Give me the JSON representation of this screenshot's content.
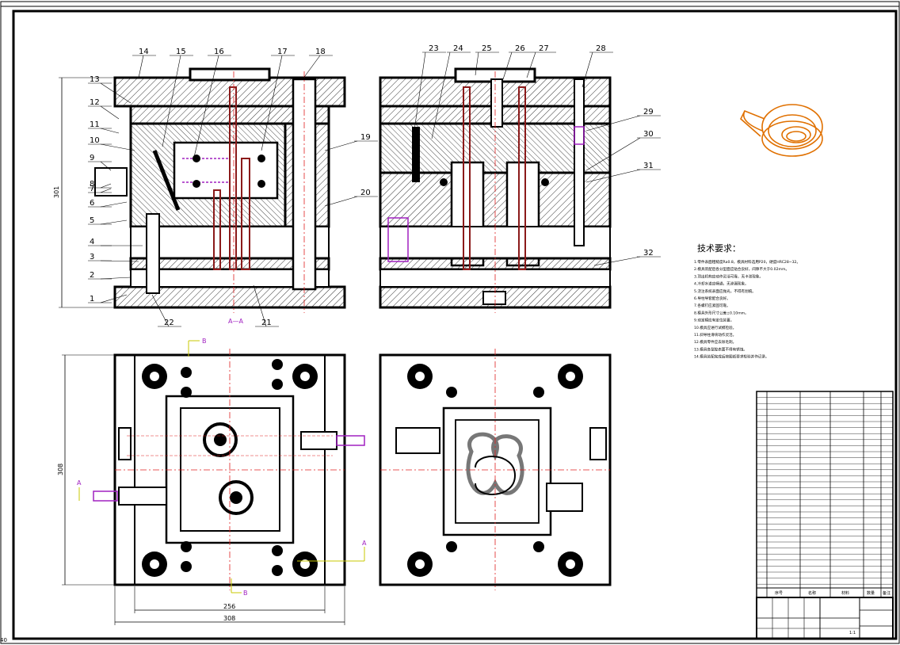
{
  "part_labels": [
    "1",
    "2",
    "3",
    "4",
    "5",
    "6",
    "7",
    "8",
    "9",
    "10",
    "11",
    "12",
    "13",
    "14",
    "15",
    "16",
    "17",
    "18",
    "19",
    "20",
    "21",
    "22",
    "23",
    "24",
    "25",
    "26",
    "27",
    "28",
    "29",
    "30",
    "31",
    "32"
  ],
  "section_label": "A—A",
  "view_marker_a": "A",
  "view_marker_b": "B",
  "dimensions": {
    "section_height": "301",
    "plan_height": "308",
    "plan_inner_width": "256",
    "plan_outer_width": "308"
  },
  "tech_requirements": {
    "title": "技术要求：",
    "items": [
      "1.零件表面粗糙度Ra0.8，模具材料选用P20，硬度HRC28~32。",
      "2.模具装配后各分型面应贴合良好，间隙不大于0.02mm。",
      "3.顶出机构应动作灵活可靠，无卡滞现象。",
      "4.冷却水道应畅通，无渗漏现象。",
      "5.浇注系统表面应抛光，不得有划痕。",
      "6.导柱导套配合良好。",
      "7.各螺钉应紧固可靠。",
      "8.模具外形尺寸公差±0.10mm。",
      "9.动定模应有定位装置。",
      "10.模具应进行试模检验。",
      "11.斜导柱滑块动作灵活。",
      "12.模具零件应去除毛刺。",
      "13.模具各型腔表面不得有锈蚀。",
      "14.模具装配完成后按图纸要求检验并作记录。"
    ]
  },
  "bom_headers": [
    "序号",
    "名称",
    "材料",
    "数量",
    "备注"
  ],
  "title_block": {
    "part_name": "",
    "material": "",
    "scale": "1:1"
  },
  "colors": {
    "line": "#000000",
    "centerline": "#e02020",
    "cooling": "#a020c0",
    "cavity": "#e07000",
    "ejector": "#8b1a1a",
    "dimension_marker": "#c8c800"
  },
  "corner_mark": "40"
}
